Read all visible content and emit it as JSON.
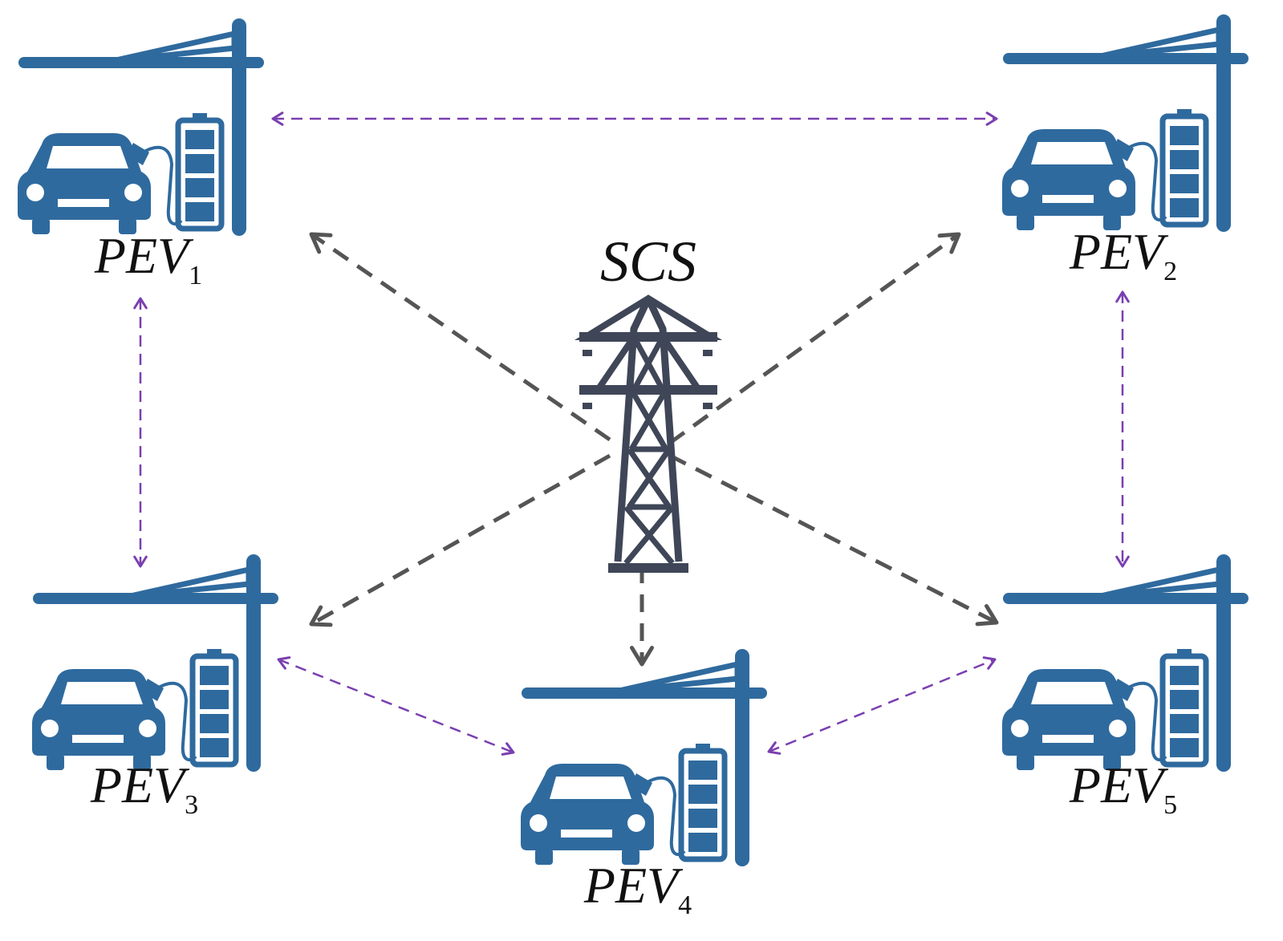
{
  "hub": {
    "label": "SCS"
  },
  "stations": [
    {
      "id": "pev1",
      "base": "PEV",
      "sub": "1"
    },
    {
      "id": "pev2",
      "base": "PEV",
      "sub": "2"
    },
    {
      "id": "pev3",
      "base": "PEV",
      "sub": "3"
    },
    {
      "id": "pev4",
      "base": "PEV",
      "sub": "4"
    },
    {
      "id": "pev5",
      "base": "PEV",
      "sub": "5"
    }
  ],
  "hub_links": [
    {
      "from": "scs",
      "to": "pev1"
    },
    {
      "from": "scs",
      "to": "pev2"
    },
    {
      "from": "scs",
      "to": "pev3"
    },
    {
      "from": "scs",
      "to": "pev4"
    },
    {
      "from": "scs",
      "to": "pev5"
    }
  ],
  "peer_links": [
    {
      "from": "pev1",
      "to": "pev2",
      "bidirectional": true
    },
    {
      "from": "pev1",
      "to": "pev3",
      "bidirectional": true
    },
    {
      "from": "pev2",
      "to": "pev5",
      "bidirectional": true
    },
    {
      "from": "pev3",
      "to": "pev4",
      "bidirectional": true
    },
    {
      "from": "pev4",
      "to": "pev5",
      "bidirectional": true
    }
  ],
  "colors": {
    "station": "#2f6a9e",
    "hub_link": "#555555",
    "peer_link": "#7a3fb0",
    "tower": "#3f4657"
  },
  "icons": {
    "station": "ev-charging-station-icon",
    "hub": "transmission-tower-icon"
  }
}
